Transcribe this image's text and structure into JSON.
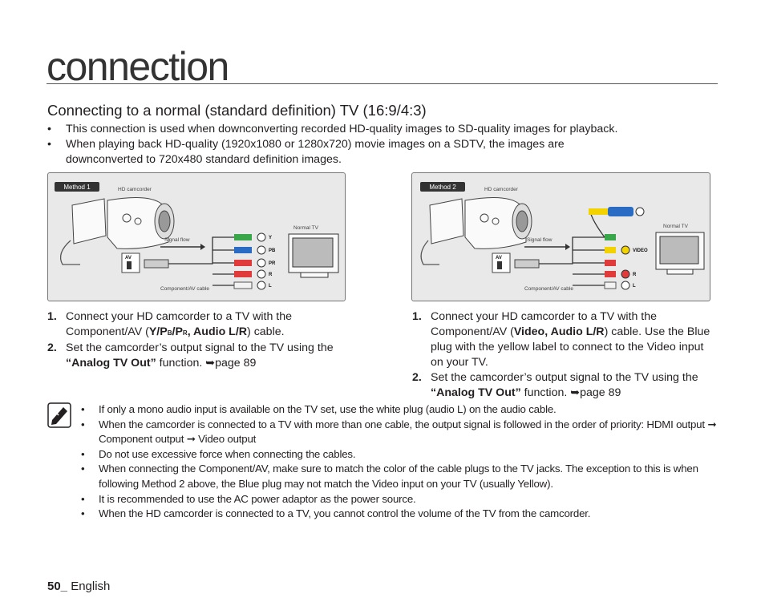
{
  "chapter_title": "connection",
  "section_heading": "Connecting to a normal (standard definition) TV (16:9/4:3)",
  "bullet_char": "•",
  "intro_bullets": [
    "This connection is used when downconverting recorded HD-quality images to SD-quality images for playback.",
    "When playing back HD-quality (1920x1080 or 1280x720) movie images on a SDTV, the images are downconverted to 720x480 standard definition images."
  ],
  "method1": {
    "tag": "Method 1",
    "camcorder_label": "HD camcorder",
    "signal_label": "Signal flow",
    "tv_label": "Normal TV",
    "cable_label": "Component/AV cable",
    "av_label": "AV",
    "jack_labels": [
      "Y",
      "PB",
      "PR",
      "R",
      "L"
    ]
  },
  "method2": {
    "tag": "Method 2",
    "camcorder_label": "HD camcorder",
    "signal_label": "Signal flow",
    "tv_label": "Normal TV",
    "cable_label": "Component/AV cable",
    "av_label": "AV",
    "jack_labels": [
      "VIDEO",
      "R",
      "L"
    ]
  },
  "steps_left": {
    "s1_num": "1.",
    "s1_pre": "Connect your HD camcorder to a TV with the Component/AV (",
    "s1_bold_y": "Y/P",
    "s1_sub_b": "B",
    "s1_bold_slash": "/P",
    "s1_sub_r": "R",
    "s1_bold_audio": ", Audio L/R",
    "s1_post": ") cable.",
    "s2_num": "2.",
    "s2_pre": "Set the camcorder’s output signal to the TV using the ",
    "s2_bold": "“Analog TV Out”",
    "s2_post": " function. ➥page 89"
  },
  "steps_right": {
    "s1_num": "1.",
    "s1_pre": "Connect your HD camcorder to a TV with the Component/AV (",
    "s1_bold": "Video, Audio L/R",
    "s1_post": ") cable. Use the Blue plug with the yellow label to connect to the Video input on your TV.",
    "s2_num": "2.",
    "s2_pre": "Set the camcorder’s output signal to the TV using the ",
    "s2_bold": "“Analog TV Out”",
    "s2_post": " function. ➥page 89"
  },
  "notes": [
    "If only a mono audio input is available on the TV set, use the white plug (audio L) on the audio cable.",
    "When the camcorder is connected to a TV with more than one cable, the output signal is followed in the order of priority: HDMI output ➞ Component output ➞ Video output",
    "Do not use excessive force when connecting the cables.",
    "When connecting the Component/AV, make sure to match the color of the cable plugs to the TV jacks. The exception to this is when following Method 2 above, the Blue plug may not match the Video input on your TV (usually Yellow).",
    "It is recommended to use the AC power adaptor as the power source.",
    "When the HD camcorder is connected to a TV, you cannot control the volume of the TV from the camcorder."
  ],
  "footer": {
    "page_number": "50_",
    "language": "English"
  },
  "colors": {
    "green": "#3aa64a",
    "blue": "#2a6cc4",
    "red": "#e03a3a",
    "white": "#f2f2f2",
    "yellow": "#f2d200",
    "panel_bg": "#e9e9e9"
  }
}
